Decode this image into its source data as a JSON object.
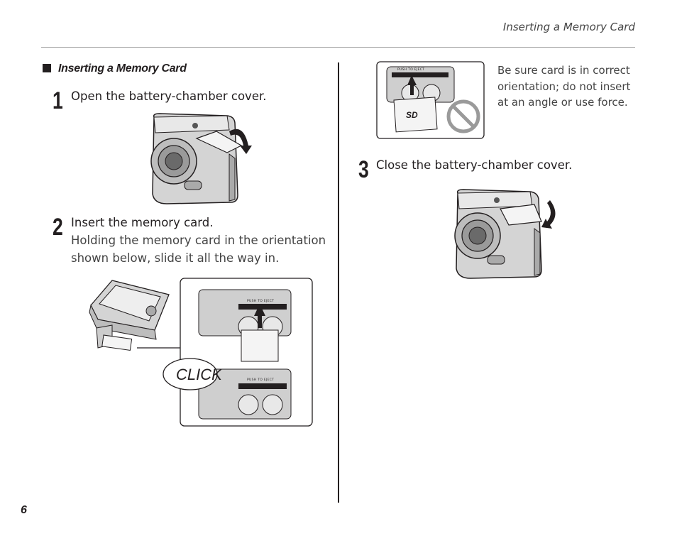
{
  "running_head": "Inserting a Memory Card",
  "section": {
    "title": "Inserting a Memory Card"
  },
  "steps": [
    {
      "number": "1",
      "text": "Open the battery-chamber cover."
    },
    {
      "number": "2",
      "text": "Insert the memory card.",
      "sub_lines": [
        "Holding the memory card in the orientation",
        "shown below, slide it all the way in."
      ]
    },
    {
      "number": "3",
      "text": "Close the battery-chamber cover."
    }
  ],
  "note_lines": [
    "Be sure card is in correct",
    "orientation; do not insert",
    "at an angle or use force."
  ],
  "callout": "CLICK",
  "slot_label": "PUSH TO EJECT",
  "card_logo": "SD",
  "page_number": "6",
  "colors": {
    "ink": "#231f20",
    "camera_body": "#d4d4d4",
    "no_sign": "#9a9a9a"
  },
  "icons": [
    "square-bullet-icon",
    "open-arrow-icon",
    "close-arrow-icon",
    "no-entry-icon",
    "insert-arrow-icon"
  ]
}
